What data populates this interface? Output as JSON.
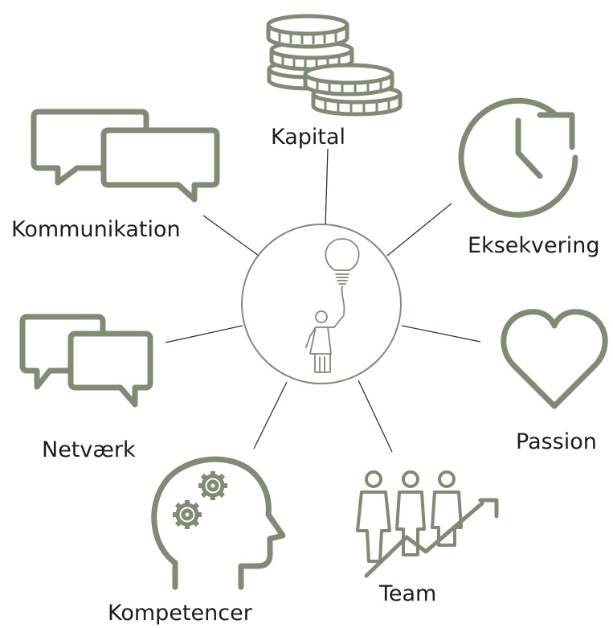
{
  "colors": {
    "icon": "#7f8b73",
    "connector": "#2b3441",
    "label": "#1c1c1c",
    "background": "#ffffff"
  },
  "center": {
    "icon": "child-holding-lightbulb-balloon-icon"
  },
  "nodes": [
    {
      "id": "kapital",
      "label": "Kapital",
      "icon": "stacked-coins-icon"
    },
    {
      "id": "eksekvering",
      "label": "Eksekvering",
      "icon": "clock-refresh-icon"
    },
    {
      "id": "passion",
      "label": "Passion",
      "icon": "heart-icon"
    },
    {
      "id": "team",
      "label": "Team",
      "icon": "team-growth-arrow-icon"
    },
    {
      "id": "kompetencer",
      "label": "Kompetencer",
      "icon": "head-gears-icon"
    },
    {
      "id": "netvaerk",
      "label": "Netværk",
      "icon": "speech-bubbles-icon"
    },
    {
      "id": "kommunikation",
      "label": "Kommunikation",
      "icon": "chat-bubbles-icon"
    }
  ]
}
